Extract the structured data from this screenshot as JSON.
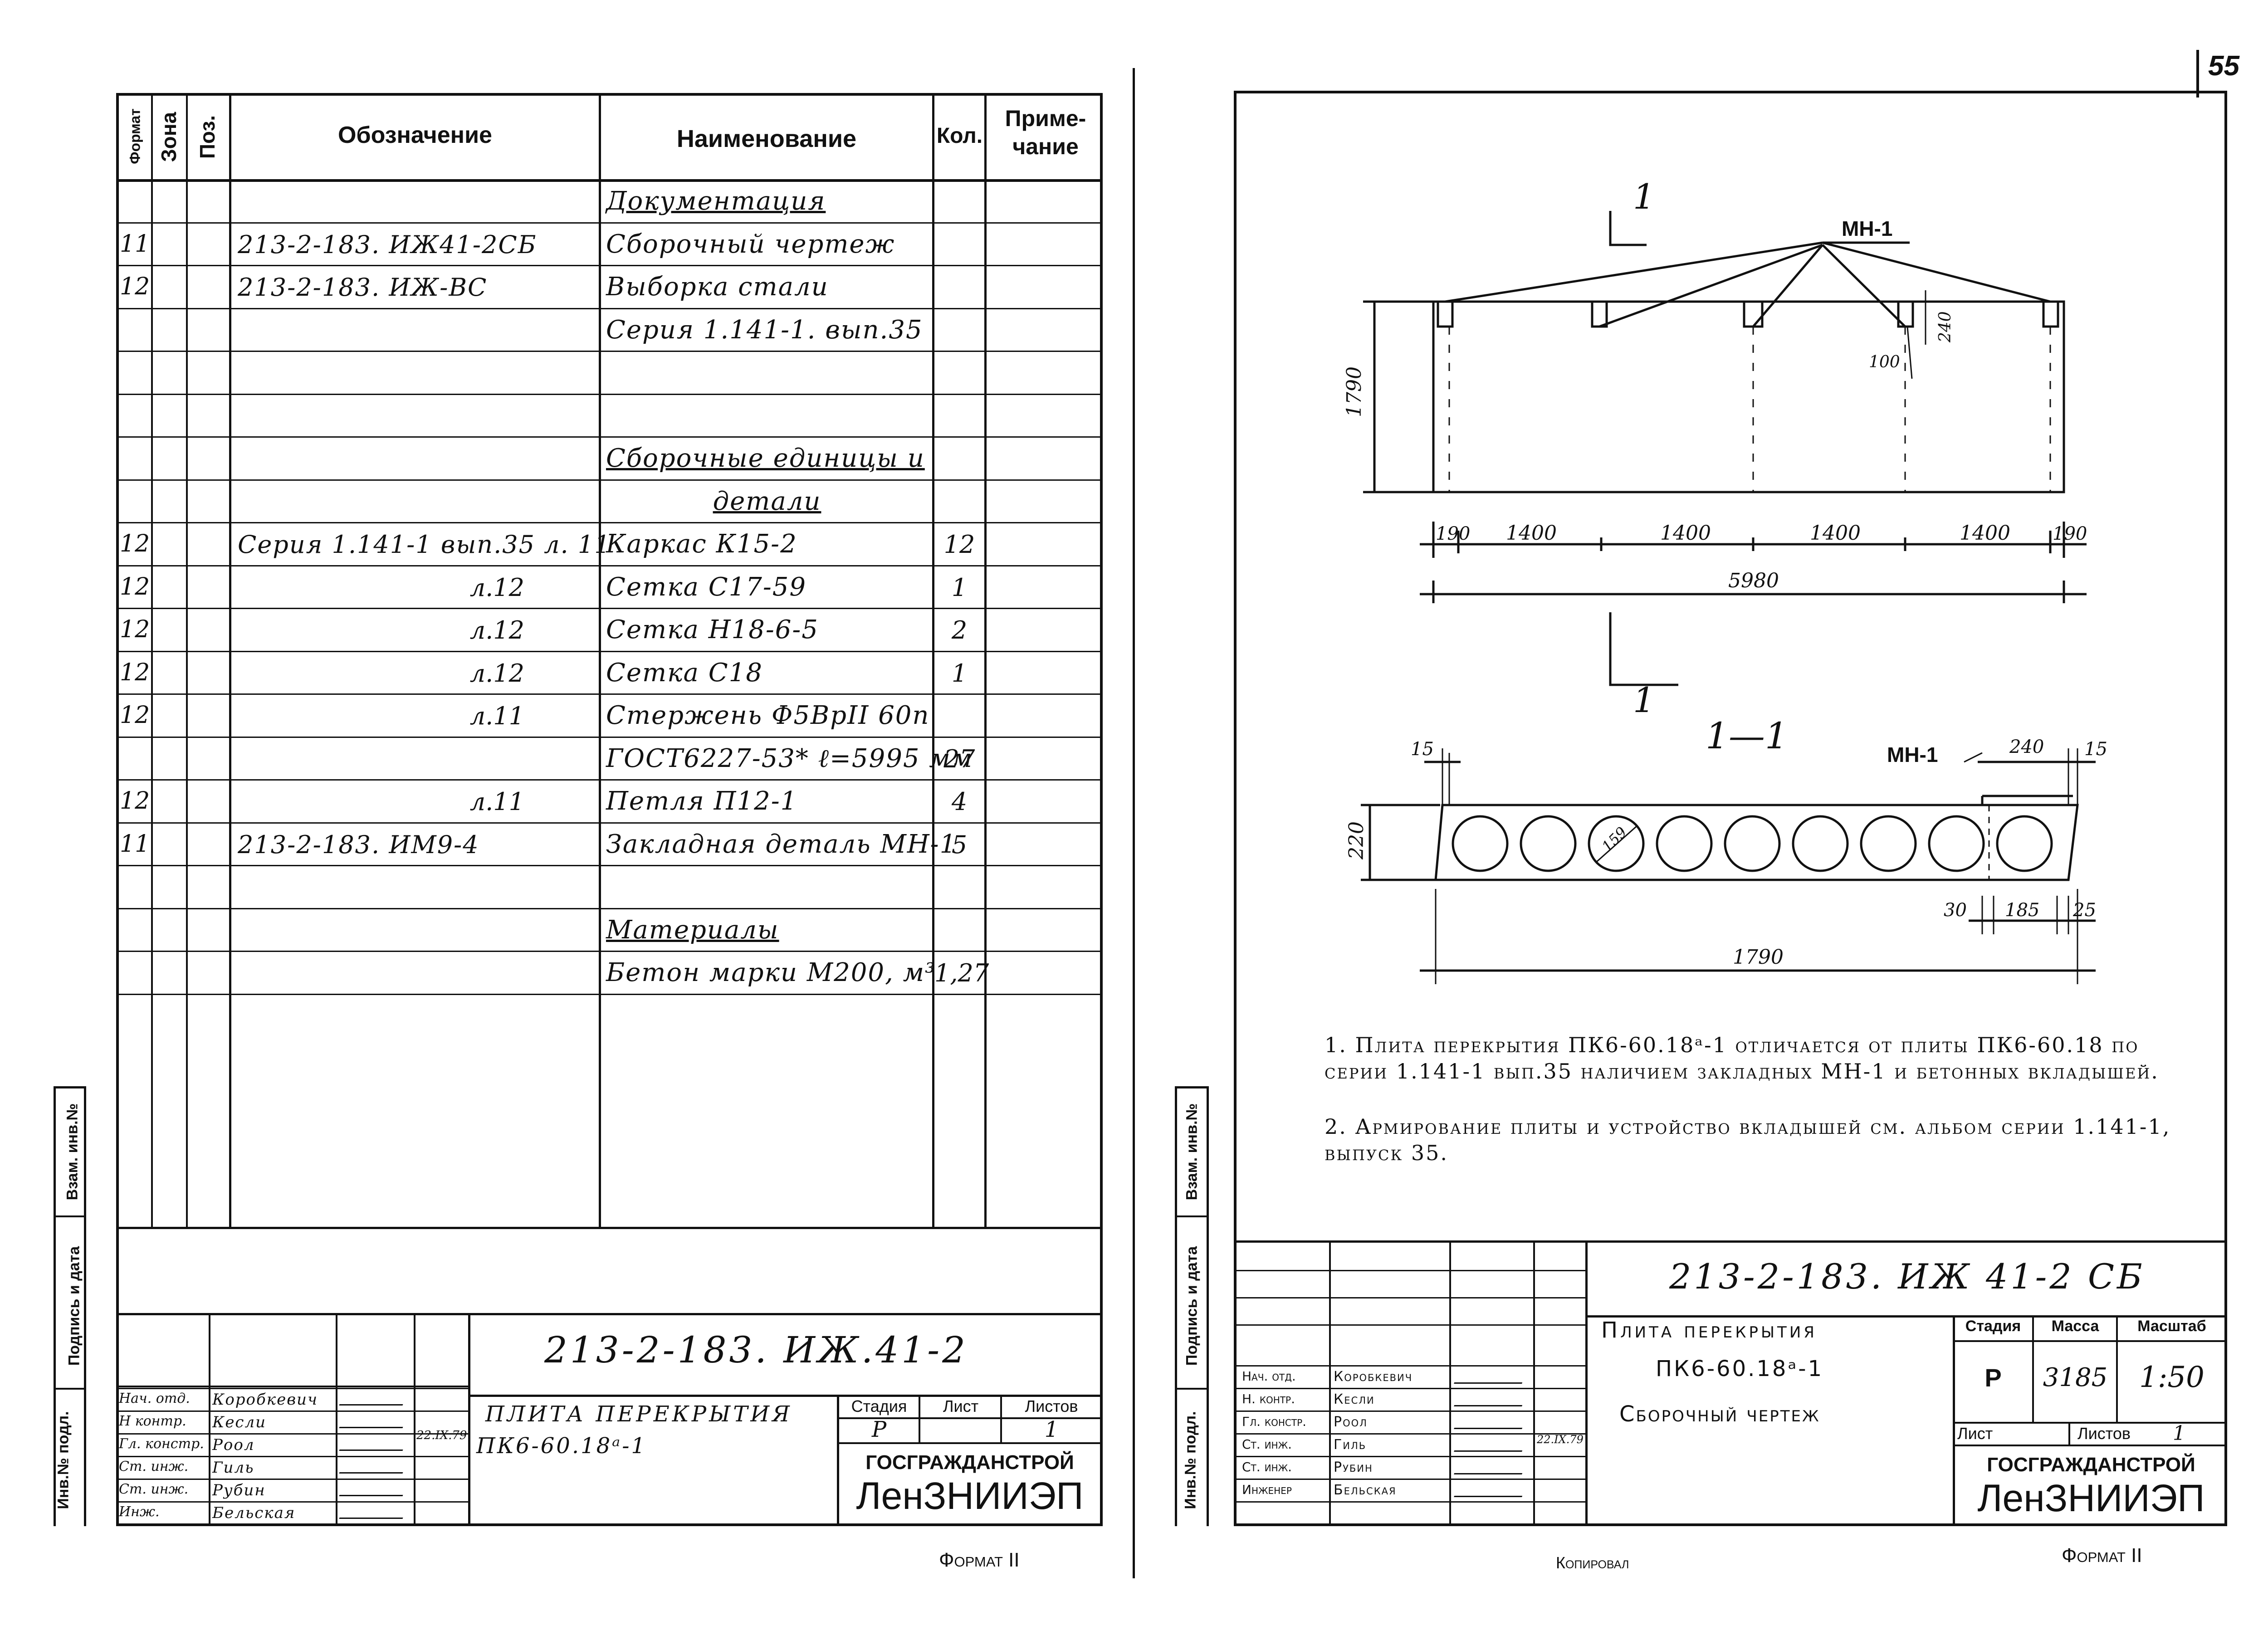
{
  "page_number": "55",
  "left": {
    "side_labels": [
      "Инв.№ подл.",
      "Подпись и дата",
      "Взам. инв.№"
    ],
    "headers": {
      "format": "Формат",
      "zone": "Зона",
      "pos": "Поз.",
      "designation": "Обозначение",
      "name": "Наименование",
      "qty": "Кол.",
      "note": "Приме-чание"
    },
    "rows": [
      {
        "format": "",
        "designation": "",
        "name": "Документация",
        "qty": "",
        "u": true
      },
      {
        "format": "11",
        "designation": "213-2-183. ИЖ41-2СБ",
        "name": "Сборочный чертеж",
        "qty": ""
      },
      {
        "format": "12",
        "designation": "213-2-183. ИЖ-ВС",
        "name": "Выборка стали",
        "qty": ""
      },
      {
        "format": "",
        "designation": "",
        "name": "Серия 1.141-1. вып.35",
        "qty": ""
      },
      {
        "format": "",
        "designation": "",
        "name": "",
        "qty": ""
      },
      {
        "format": "",
        "designation": "",
        "name": "",
        "qty": ""
      },
      {
        "format": "",
        "designation": "",
        "name": "Сборочные единицы и",
        "qty": "",
        "u": true
      },
      {
        "format": "",
        "designation": "",
        "name": "детали",
        "qty": "",
        "u": true,
        "center": true
      },
      {
        "format": "12",
        "designation": "Серия 1.141-1 вып.35 л. 11",
        "name": "Каркас К15-2",
        "qty": "12"
      },
      {
        "format": "12",
        "designation": "л.12",
        "name": "Сетка С17-59",
        "qty": "1",
        "right": true
      },
      {
        "format": "12",
        "designation": "л.12",
        "name": "Сетка Н18-6-5",
        "qty": "2",
        "right": true
      },
      {
        "format": "12",
        "designation": "л.12",
        "name": "Сетка С18",
        "qty": "1",
        "right": true
      },
      {
        "format": "12",
        "designation": "л.11",
        "name": "Стержень Ф5ВрII 60п",
        "qty": "",
        "right": true
      },
      {
        "format": "",
        "designation": "",
        "name": "ГОСТ6227-53* ℓ=5995 мм",
        "qty": "27"
      },
      {
        "format": "12",
        "designation": "л.11",
        "name": "Петля П12-1",
        "qty": "4",
        "right": true
      },
      {
        "format": "11",
        "designation": "213-2-183. ИМ9-4",
        "name": "Закладная деталь МН-1",
        "qty": "5"
      },
      {
        "format": "",
        "designation": "",
        "name": "",
        "qty": ""
      },
      {
        "format": "",
        "designation": "",
        "name": "Материалы",
        "qty": "",
        "u": true
      },
      {
        "format": "",
        "designation": "",
        "name": "Бетон марки М200, м³",
        "qty": "1,27"
      }
    ],
    "stamp": {
      "code": "213-2-183. ИЖ.41-2",
      "title_line1": "ПЛИТА ПЕРЕКРЫТИЯ",
      "title_line2": "ПК6-60.18ᵃ-1",
      "stage_label": "Стадия",
      "sheet_label": "Лист",
      "sheets_label": "Листов",
      "stage": "Р",
      "sheet": "",
      "sheets": "1",
      "org1": "ГОСГРАЖДАНСТРОЙ",
      "org2": "ЛенЗНИИЭП",
      "date": "22.IX.79",
      "people": [
        {
          "role": "Нач. отд.",
          "name": "Коробкевич"
        },
        {
          "role": "Н контр.",
          "name": "Кесли"
        },
        {
          "role": "Гл. констр.",
          "name": "Роол"
        },
        {
          "role": "Ст. инж.",
          "name": "Гиль"
        },
        {
          "role": "Ст. инж.",
          "name": "Рубин"
        },
        {
          "role": "Инж.",
          "name": "Бельская"
        }
      ]
    },
    "format_footer": "Формат II"
  },
  "right": {
    "side_labels": [
      "Инв.№ подл.",
      "Подпись и дата",
      "Взам. инв.№"
    ],
    "drawing": {
      "section_mark": "1",
      "mn_label": "МН-1",
      "height_dim": "1790",
      "dim_240": "240",
      "dim_100": "100",
      "spans": [
        "190",
        "1400",
        "1400",
        "1400",
        "1400",
        "190"
      ],
      "total": "5980",
      "section_title": "1—1",
      "s_mn": "МН-1",
      "s_240": "240",
      "s_15a": "15",
      "s_15b": "15",
      "s_220": "220",
      "s_159": "159",
      "s_30": "30",
      "s_185": "185",
      "s_25": "25",
      "s_width": "1790"
    },
    "notes": [
      "1. Плита перекрытия ПК6-60.18ᵃ-1 отличается от плиты ПК6-60.18 по серии 1.141-1 вып.35 наличием закладных МН-1 и бетонных вкладышей.",
      "2. Армирование плиты и устройство вкладышей см. альбом серии 1.141-1, выпуск 35."
    ],
    "stamp": {
      "code": "213-2-183. ИЖ 41-2 СБ",
      "title_line1": "Плита перекрытия",
      "title_line2": "ПК6-60.18ᵃ-1",
      "title_line3": "Сборочный чертеж",
      "stage_label": "Стадия",
      "mass_label": "Масса",
      "scale_label": "Масштаб",
      "stage": "Р",
      "mass": "3185",
      "scale": "1:50",
      "sheet_label": "Лист",
      "sheets_label": "Листов",
      "sheets": "1",
      "org1": "ГОСГРАЖДАНСТРОЙ",
      "org2": "ЛенЗНИИЭП",
      "date": "22.IX.79",
      "people": [
        {
          "role": "Нач. отд.",
          "name": "Коробкевич"
        },
        {
          "role": "Н. контр.",
          "name": "Кесли"
        },
        {
          "role": "Гл. констр.",
          "name": "Роол"
        },
        {
          "role": "Ст. инж.",
          "name": "Гиль"
        },
        {
          "role": "Ст. инж.",
          "name": "Рубин"
        },
        {
          "role": "Инженер",
          "name": "Бельская"
        }
      ]
    },
    "copied": "Копировал",
    "format_footer": "Формат II"
  }
}
